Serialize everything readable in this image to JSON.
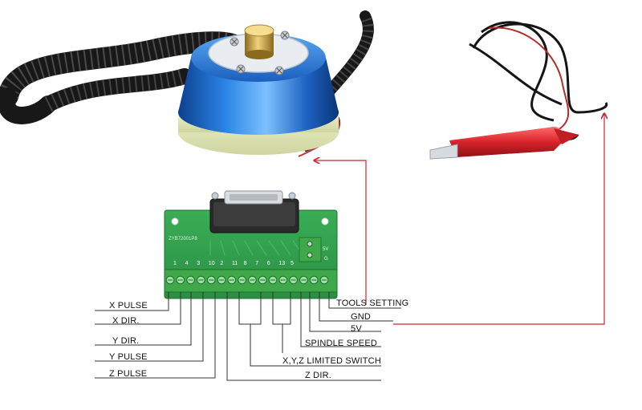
{
  "board": {
    "model": "ZYB72001P8",
    "pin_numbers": [
      "1",
      "4",
      "3",
      "10",
      "2",
      "11",
      "8",
      "7",
      "6",
      "13",
      "5"
    ],
    "right_header": [
      "5V",
      "G"
    ]
  },
  "labels": {
    "left": [
      "X PULSE",
      "X DIR.",
      "Y DIR.",
      "Y PULSE",
      "Z PULSE"
    ],
    "right": [
      "TOOLS SETTING",
      "GND",
      "5V",
      "SPINDLE SPEED",
      "X,Y,Z LIMITED SWITCH",
      "Z DIR."
    ]
  },
  "colors": {
    "arrow": "#c8272d",
    "probe_blue": "#1f6fd1",
    "pcb_green": "#2f9e4a",
    "terminal_green": "#3ea84a",
    "clip_red": "#d8232a",
    "cable": "#151515"
  },
  "icons": [
    "coiled-cable",
    "tool-setter-probe",
    "alligator-clip-cable",
    "db15-connector",
    "screw-terminal-block"
  ]
}
